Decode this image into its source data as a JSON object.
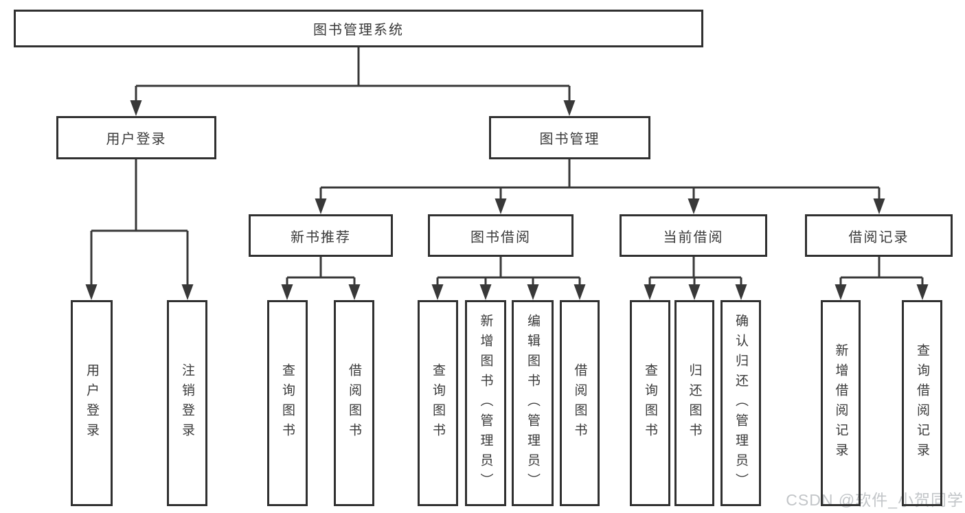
{
  "tree": {
    "root": {
      "label": "图书管理系统",
      "children": [
        {
          "label": "用户登录",
          "children": [
            {
              "label": "用户登录"
            },
            {
              "label": "注销登录"
            }
          ]
        },
        {
          "label": "图书管理",
          "children": [
            {
              "label": "新书推荐",
              "children": [
                {
                  "label": "查询图书"
                },
                {
                  "label": "借阅图书"
                }
              ]
            },
            {
              "label": "图书借阅",
              "children": [
                {
                  "label": "查询图书"
                },
                {
                  "label": "新增图书（管理员）"
                },
                {
                  "label": "编辑图书（管理员）"
                },
                {
                  "label": "借阅图书"
                }
              ]
            },
            {
              "label": "当前借阅",
              "children": [
                {
                  "label": "查询图书"
                },
                {
                  "label": "归还图书"
                },
                {
                  "label": "确认归还（管理员）"
                }
              ]
            },
            {
              "label": "借阅记录",
              "children": [
                {
                  "label": "新增借阅记录"
                },
                {
                  "label": "查询借阅记录"
                }
              ]
            }
          ]
        }
      ]
    }
  },
  "watermark": "CSDN @软件_小贺同学",
  "colors": {
    "line": "#383838",
    "box_border": "#303030",
    "text": "#3a3a3a",
    "watermark": "#c2c5c8",
    "background": "#ffffff"
  }
}
